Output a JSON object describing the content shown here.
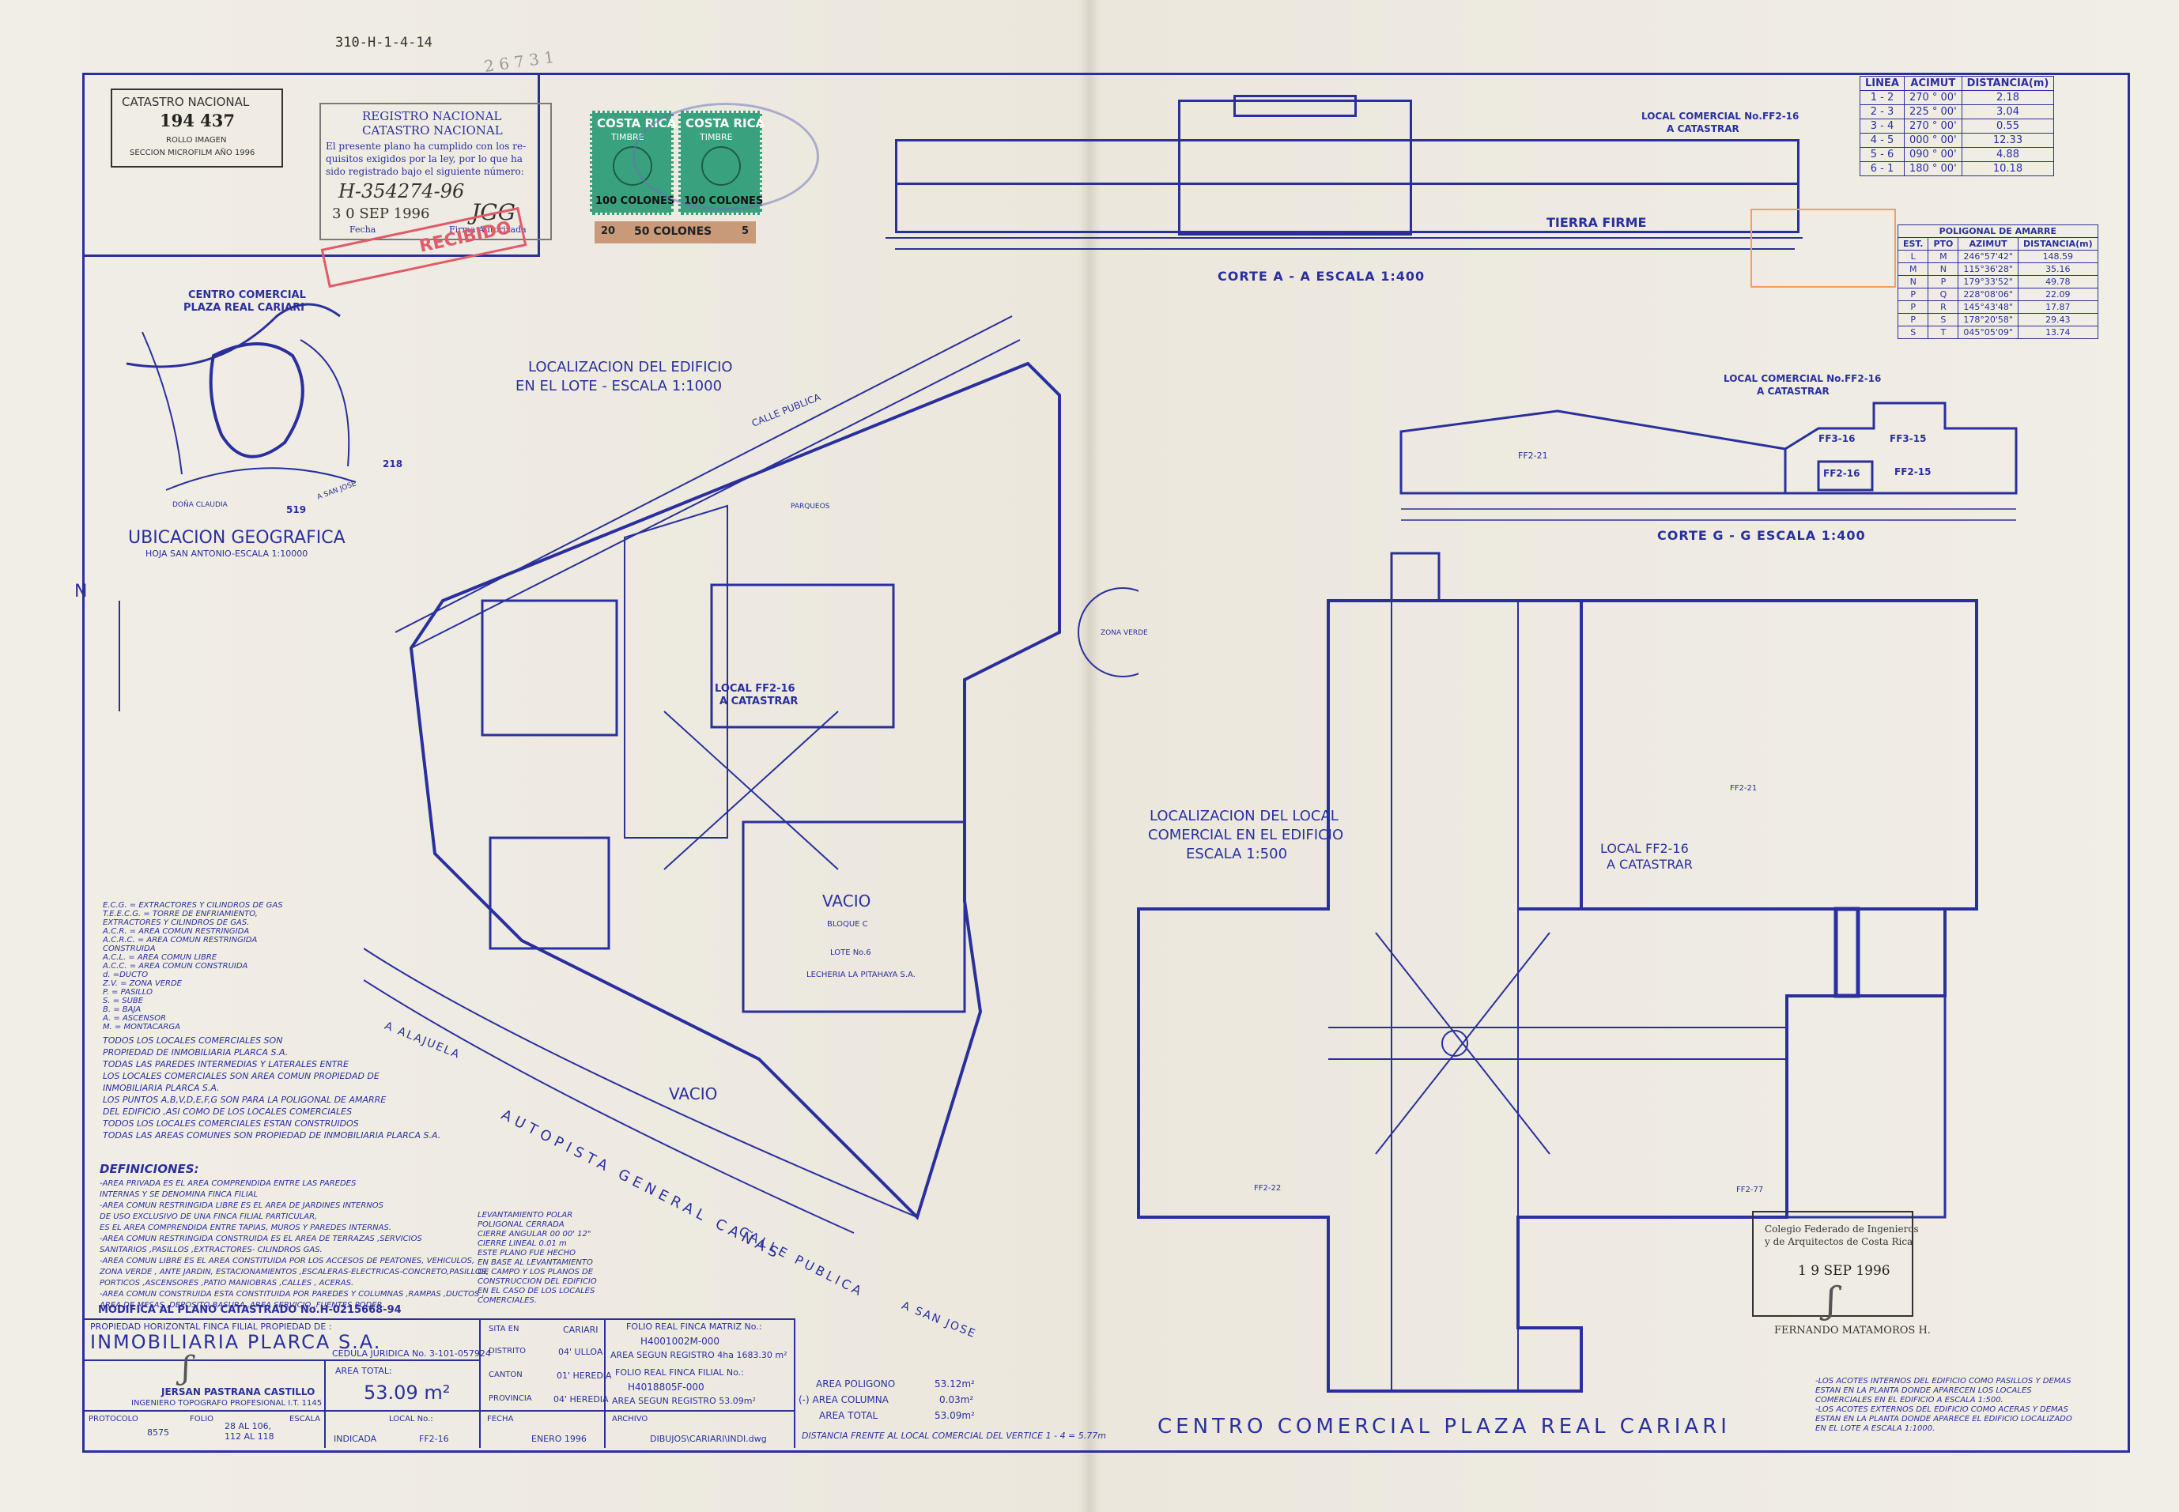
{
  "sheet_ref": "310-H-1-4-14",
  "handwritten_ref": "2 6 7 3 1",
  "catastro": {
    "title": "CATASTRO NACIONAL",
    "number": "194 437",
    "rollo": "ROLLO IMAGEN",
    "seccion": "SECCION MICROFILM AÑO 1996"
  },
  "registro": {
    "line1": "REGISTRO NACIONAL",
    "line2": "CATASTRO NACIONAL",
    "text1": "El presente plano ha cumplido con los re-",
    "text2": "quisitos exigidos por la ley, por lo que ha",
    "text3": "sido registrado bajo el siguiente número:",
    "number": "H-354274-96",
    "date": "3 0 SEP 1996",
    "initials": "JGG",
    "fecha": "Fecha",
    "firma": "Firma Autorizada"
  },
  "stamps": {
    "country": "COSTA RICA",
    "timbre": "TIMBRE",
    "value1": "100 COLONES",
    "value2": "50 COLONES",
    "num20": "20",
    "num5": "5",
    "red_word": "RECIBIDO"
  },
  "corte_aa": {
    "caption": "CORTE  A - A     ESCALA 1:400",
    "local_label": "LOCAL COMERCIAL No.FF2-16",
    "a_catastrar": "A CATASTRAR",
    "tierra": "TIERRA FIRME"
  },
  "corte_gg": {
    "caption": "CORTE  G - G     ESCALA 1:400",
    "local_label": "LOCAL COMERCIAL No.FF2-16",
    "a_catastrar": "A CATASTRAR",
    "u1": "FF3-16",
    "u2": "FF3-15",
    "u3": "FF2-16",
    "u4": "FF2-15",
    "u5": "FF2-21"
  },
  "lineas_table": {
    "headers": [
      "LINEA",
      "ACIMUT",
      "DISTANCIA(m)"
    ],
    "rows": [
      [
        "1 - 2",
        "270 ° 00'",
        "2.18"
      ],
      [
        "2 - 3",
        "225 ° 00'",
        "3.04"
      ],
      [
        "3 - 4",
        "270 ° 00'",
        "0.55"
      ],
      [
        "4 - 5",
        "000 ° 00'",
        "12.33"
      ],
      [
        "5 - 6",
        "090 ° 00'",
        "4.88"
      ],
      [
        "6 - 1",
        "180 ° 00'",
        "10.18"
      ]
    ]
  },
  "poligonal_table": {
    "title": "POLIGONAL DE AMARRE",
    "headers": [
      "EST.",
      "PTO",
      "AZIMUT",
      "DISTANCIA(m)"
    ],
    "rows": [
      [
        "L",
        "M",
        "246°57'42\"",
        "148.59"
      ],
      [
        "M",
        "N",
        "115°36'28\"",
        "35.16"
      ],
      [
        "N",
        "P",
        "179°33'52\"",
        "49.78"
      ],
      [
        "P",
        "Q",
        "228°08'06\"",
        "22.09"
      ],
      [
        "P",
        "R",
        "145°43'48\"",
        "17.87"
      ],
      [
        "P",
        "S",
        "178°20'58\"",
        "29.43"
      ],
      [
        "S",
        "T",
        "045°05'09\"",
        "13.74"
      ]
    ]
  },
  "location_map": {
    "title1": "CENTRO COMERCIAL",
    "title2": "PLAZA REAL CARIARI",
    "ubicacion": "UBICACION GEOGRAFICA",
    "hoja": "HOJA SAN ANTONIO-ESCALA 1:10000",
    "claudia": "DOÑA CLAUDIA",
    "sanjose": "A SAN JOSE",
    "n218": "218",
    "n519": "519",
    "north": "N"
  },
  "lote_plan": {
    "title1": "LOCALIZACION DEL EDIFICIO",
    "title2": "EN EL LOTE  -  ESCALA 1:1000",
    "local1": "LOCAL FF2-16",
    "local2": "A CATASTRAR",
    "vacio1": "VACIO",
    "vacio2": "VACIO",
    "bloque": "BLOQUE C",
    "lote6": "LOTE No.6",
    "lechera": "LECHERIA LA PITAHAYA S.A.",
    "calle": "CALLE PUBLICA",
    "autopista": "AUTOPISTA GENERAL CAÑAS",
    "calle2": "CALLE PUBLICA",
    "alajuela": "A ALAJUELA",
    "sanjose": "A SAN JOSE",
    "zona": "ZONA VERDE",
    "parqueos": "PARQUEOS"
  },
  "local_plan": {
    "title1": "LOCALIZACION DEL LOCAL",
    "title2": "COMERCIAL EN EL EDIFICIO",
    "title3": "ESCALA 1:500",
    "local1": "LOCAL FF2-16",
    "local2": "A CATASTRAR",
    "ff221": "FF2-21",
    "ff222": "FF2-22",
    "ff277": "FF2-77"
  },
  "legend": [
    "E.C.G. = EXTRACTORES Y CILINDROS DE GAS",
    "T.E.E.C.G. = TORRE DE ENFRIAMIENTO,",
    "EXTRACTORES Y CILINDROS DE GAS.",
    "A.C.R. = AREA COMUN RESTRINGIDA",
    "A.C.R.C. = AREA COMUN RESTRINGIDA",
    "CONSTRUIDA",
    "A.C.L. = AREA COMUN LIBRE",
    "A.C.C. = AREA COMUN CONSTRUIDA",
    "d. =DUCTO",
    "Z.V. = ZONA VERDE",
    "P. = PASILLO",
    "S. = SUBE",
    "B. = BAJA",
    "A. = ASCENSOR",
    "M. = MONTACARGA"
  ],
  "notes": [
    "TODOS LOS LOCALES COMERCIALES SON",
    "PROPIEDAD DE INMOBILIARIA PLARCA S.A.",
    "TODAS LAS PAREDES INTERMEDIAS Y LATERALES ENTRE",
    "LOS LOCALES COMERCIALES SON AREA COMUN PROPIEDAD DE",
    "INMOBILIARIA PLARCA S.A.",
    "LOS PUNTOS A,B,V,D,E,F,G SON PARA LA POLIGONAL DE AMARRE",
    "DEL EDIFICIO ,ASI COMO DE LOS LOCALES COMERCIALES",
    "TODOS LOS LOCALES COMERCIALES ESTAN CONSTRUIDOS",
    "TODAS LAS AREAS COMUNES SON PROPIEDAD DE INMOBILIARIA PLARCA S.A."
  ],
  "definiciones": {
    "title": "DEFINICIONES:",
    "lines": [
      "-AREA PRIVADA ES EL AREA COMPRENDIDA ENTRE LAS PAREDES",
      "INTERNAS Y SE DENOMINA FINCA FILIAL",
      "-AREA COMUN RESTRINGIDA LIBRE ES EL AREA DE JARDINES INTERNOS",
      "DE USO EXCLUSIVO DE UNA FINCA FILIAL PARTICULAR,",
      "ES EL AREA COMPRENDIDA ENTRE TAPIAS, MUROS Y PAREDES INTERNAS.",
      "-AREA COMUN RESTRINGIDA CONSTRUIDA ES EL AREA DE TERRAZAS ,SERVICIOS",
      "SANITARIOS ,PASILLOS ,EXTRACTORES- CILINDROS GAS.",
      "-AREA COMUN LIBRE ES EL AREA CONSTITUIDA POR LOS ACCESOS DE PEATONES, VEHICULOS,",
      "ZONA VERDE , ANTE JARDIN, ESTACIONAMIENTOS ,ESCALERAS-ELECTRICAS-CONCRETO,PASILLOS,",
      "PORTICOS ,ASCENSORES ,PATIO MANIOBRAS ,CALLES , ACERAS.",
      "-AREA COMUN CONSTRUIDA ESTA CONSTITUIDA POR PAREDES Y COLUMNAS ,RAMPAS ,DUCTOS ,",
      "AREA DE MESAS ,DEPOSITO BASURA ,AREA SERVICIO ,FUENTES PODER."
    ]
  },
  "levantamiento": [
    "LEVANTAMIENTO POLAR",
    "POLIGONAL CERRADA",
    "CIERRE ANGULAR  00 00' 12\"",
    "CIERRE LINEAL   0.01 m",
    "ESTE PLANO FUE HECHO",
    "EN BASE AL LEVANTAMIENTO",
    "DE CAMPO Y LOS PLANOS DE",
    "CONSTRUCCION DEL EDIFICIO",
    "EN EL CASO DE LOS LOCALES",
    "COMERCIALES."
  ],
  "modifica": "MODIFICA AL PLANO CATASTRADO No.H-0215668-94",
  "title_block": {
    "prop_label": "PROPIEDAD HORIZONTAL FINCA FILIAL PROPIEDAD DE :",
    "owner": "INMOBILIARIA PLARCA S.A.",
    "cedula": "CEDULA JURIDICA No.  3-101-057924",
    "area_total_label": "AREA TOTAL:",
    "area_total": "53.09 m²",
    "engineer": "JERSAN PASTRANA CASTILLO",
    "engineer_title": "INGENIERO TOPOGRAFO PROFESIONAL I.T. 1145",
    "sita_label": "SITA EN",
    "sita": "CARIARI",
    "distrito_label": "DISTRITO",
    "distrito": "04' ULLOA",
    "canton_label": "CANTON",
    "canton": "01' HEREDIA",
    "provincia_label": "PROVINCIA",
    "provincia": "04' HEREDIA",
    "folio_matriz_label": "FOLIO REAL FINCA MATRIZ No.:",
    "folio_matriz": "H4001002M-000",
    "area_matriz": "AREA SEGUN REGISTRO 4ha 1683.30 m²",
    "folio_filial_label": "FOLIO REAL FINCA FILIAL No.:",
    "folio_filial": "H4018805F-000",
    "area_filial": "AREA SEGUN REGISTRO    53.09m²",
    "protocolo_label": "PROTOCOLO",
    "protocolo": "8575",
    "folio_label": "FOLIO",
    "folio": "28 AL 106, 112 AL 118",
    "escala_label": "ESCALA",
    "escala": "INDICADA",
    "local_label": "LOCAL No.:",
    "local": "FF2-16",
    "fecha_label": "FECHA",
    "fecha": "ENERO 1996",
    "archivo_label": "ARCHIVO",
    "archivo": "DIBUJOS\\CARIARI\\INDI.dwg"
  },
  "areas": {
    "poligono_label": "AREA POLIGONO",
    "poligono": "53.12m²",
    "columna_label": "(-) AREA COLUMNA",
    "columna": "0.03m²",
    "total_label": "AREA TOTAL",
    "total": "53.09m²",
    "distancia": "DISTANCIA FRENTE AL LOCAL COMERCIAL DEL VERTICE 1 - 4 = 5.77m"
  },
  "main_title": "CENTRO COMERCIAL PLAZA REAL CARIARI",
  "colegio": {
    "line1": "Colegio Federado de Ingenieros",
    "line2": "y de Arquitectos de Costa Rica",
    "date": "1 9 SEP 1996",
    "name": "FERNANDO MATAMOROS H."
  },
  "acotes": [
    "-LOS ACOTES INTERNOS DEL EDIFICIO COMO PASILLOS Y DEMAS",
    "ESTAN EN LA PLANTA DONDE APARECEN LOS LOCALES",
    "COMERCIALES EN EL EDIFICIO A ESCALA 1:500.",
    "-LOS ACOTES EXTERNOS DEL EDIFICIO COMO ACERAS Y DEMAS",
    "ESTAN EN LA PLANTA DONDE APARECE EL EDIFICIO LOCALIZADO",
    "EN EL LOTE A ESCALA 1:1000."
  ],
  "colors": {
    "ink": "#2b2f9e",
    "paper": "#efece4",
    "stamp_red": "#e05b6b",
    "stamp_green": "#3aa17e",
    "stamp_orange": "#e88a40"
  }
}
